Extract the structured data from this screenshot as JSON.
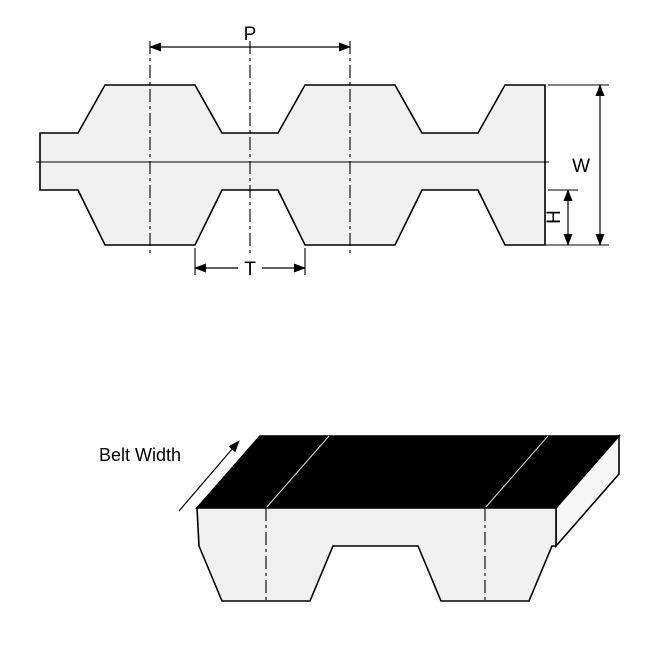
{
  "cross_section": {
    "pitch_label": "P",
    "width_label": "W",
    "height_label": "H",
    "tooth_label": "T"
  },
  "perspective": {
    "belt_width_label": "Belt Width"
  },
  "colors": {
    "line": "#000000",
    "belt_fill": "#f0f0f0",
    "top_face": "#000000",
    "end_face": "#f7f7f7",
    "background": "#ffffff"
  }
}
